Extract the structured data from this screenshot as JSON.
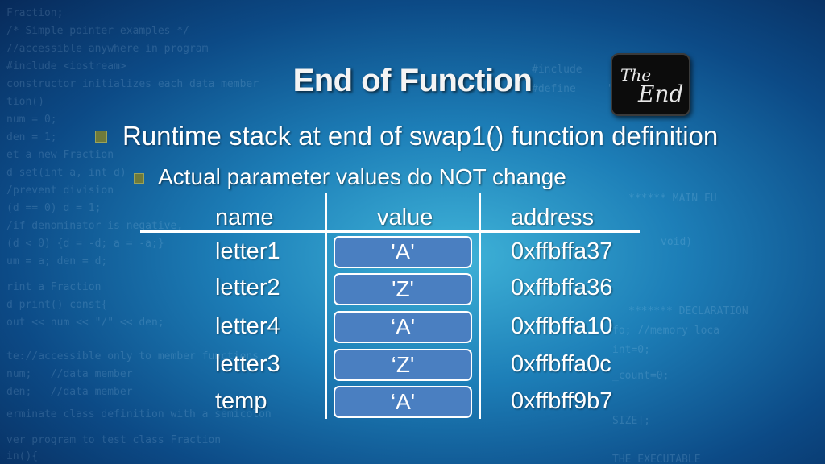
{
  "title": "End of Function",
  "logo_text": "The End",
  "bullets": [
    "Runtime stack at end of swap1() function definition",
    "Actual parameter values do NOT change"
  ],
  "table": {
    "headers": [
      "name",
      "value",
      "address"
    ],
    "rows": [
      {
        "name": "letter1",
        "value": "'A'",
        "address": "0xffbffa37"
      },
      {
        "name": "letter2",
        "value": "'Z'",
        "address": "0xffbffa36"
      },
      {
        "name": "letter4",
        "value": "‘A'",
        "address": "0xffbffa10"
      },
      {
        "name": "letter3",
        "value": "‘Z'",
        "address": "0xffbffa0c"
      },
      {
        "name": "temp",
        "value": "‘A'",
        "address": "0xffbff9b7"
      }
    ]
  },
  "colors": {
    "background": "#1d7fb8",
    "cell_fill": "#4a7fc1",
    "bullet_marker": "#6f7a3a",
    "logo_bg": "#0c0c0c"
  }
}
